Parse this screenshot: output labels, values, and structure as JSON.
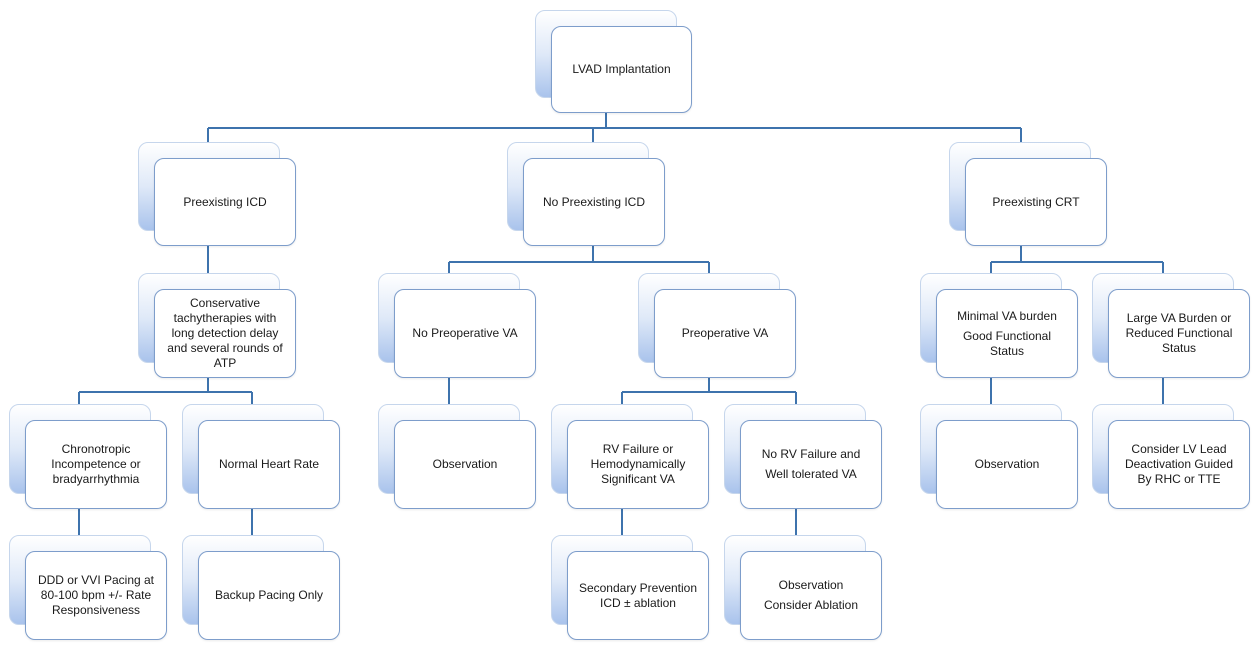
{
  "colors": {
    "connector": "#3e73ad",
    "box_border": "#7d9dcb",
    "shadow_top": "#ffffff",
    "shadow_bottom": "#a9c3ec"
  },
  "nodes": {
    "lvad": {
      "label": "LVAD Implantation"
    },
    "pre_icd": {
      "label": "Preexisting ICD"
    },
    "no_pre_icd": {
      "label": "No Preexisting ICD"
    },
    "pre_crt": {
      "label": "Preexisting CRT"
    },
    "conservative": {
      "label": "Conservative tachytherapies with long detection delay and several rounds of ATP"
    },
    "chrono": {
      "label": "Chronotropic Incompetence or bradyarrhythmia"
    },
    "normal_hr": {
      "label": "Normal Heart Rate"
    },
    "ddd": {
      "label": "DDD or VVI Pacing at 80-100 bpm +/- Rate Responsiveness"
    },
    "backup": {
      "label": "Backup Pacing Only"
    },
    "no_preop_va": {
      "label": "No Preoperative VA"
    },
    "obs_mid": {
      "label": "Observation"
    },
    "preop_va": {
      "label": "Preoperative VA"
    },
    "rv_failure": {
      "label": "RV Failure or Hemodynamically Significant VA"
    },
    "no_rv_failure": {
      "line1": "No RV Failure and",
      "line2": "Well tolerated VA"
    },
    "secondary": {
      "label": "Secondary Prevention ICD ± ablation"
    },
    "obs_ablation": {
      "line1": "Observation",
      "line2": "Consider Ablation"
    },
    "minimal_va": {
      "line1": "Minimal VA burden",
      "line2": "Good Functional Status"
    },
    "large_va": {
      "label": "Large VA Burden or Reduced Functional Status"
    },
    "obs_right": {
      "label": "Observation"
    },
    "lv_lead": {
      "label": "Consider LV Lead Deactivation Guided By RHC or TTE"
    }
  }
}
